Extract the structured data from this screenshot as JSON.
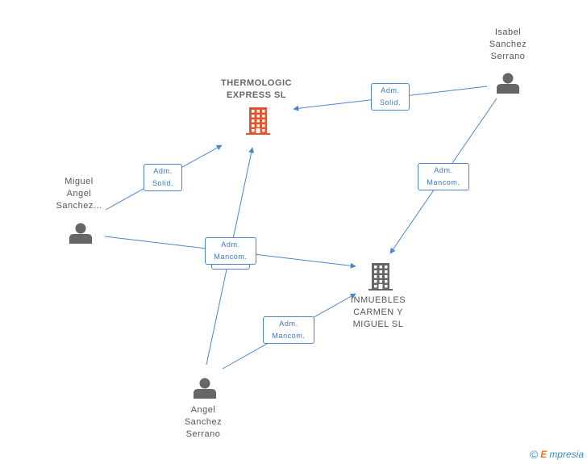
{
  "nodes": {
    "thermologic": {
      "lines": [
        "THERMOLOGIC",
        "EXPRESS SL"
      ],
      "type": "company",
      "color": "#e8512d"
    },
    "inmuebles": {
      "lines": [
        "INMUEBLES",
        "CARMEN Y",
        "MIGUEL SL"
      ],
      "type": "company",
      "color": "#666666"
    },
    "isabel": {
      "lines": [
        "Isabel",
        "Sanchez",
        "Serrano"
      ],
      "type": "person"
    },
    "miguel": {
      "lines": [
        "Miguel",
        "Angel",
        "Sanchez..."
      ],
      "type": "person"
    },
    "angel": {
      "lines": [
        "Angel",
        "Sanchez",
        "Serrano"
      ],
      "type": "person"
    }
  },
  "edges": [
    {
      "from": "isabel",
      "to": "thermologic",
      "label": [
        "Adm.",
        "Solid."
      ]
    },
    {
      "from": "isabel",
      "to": "inmuebles",
      "label": [
        "Adm.",
        "Mancom."
      ]
    },
    {
      "from": "miguel",
      "to": "thermologic",
      "label": [
        "Adm.",
        "Solid."
      ]
    },
    {
      "from": "miguel",
      "to": "inmuebles",
      "label": [
        "Adm.",
        "Mancom."
      ]
    },
    {
      "from": "angel",
      "to": "thermologic",
      "label": [
        "Adm.",
        "Mancom."
      ]
    },
    {
      "from": "angel",
      "to": "inmuebles",
      "label": [
        "Adm.",
        "Mancom."
      ]
    }
  ],
  "colors": {
    "edge": "#4a86d0",
    "person_icon": "#666666"
  },
  "footer": {
    "copyright": "©",
    "brand_initial": "E",
    "brand_rest": "mpresia"
  }
}
